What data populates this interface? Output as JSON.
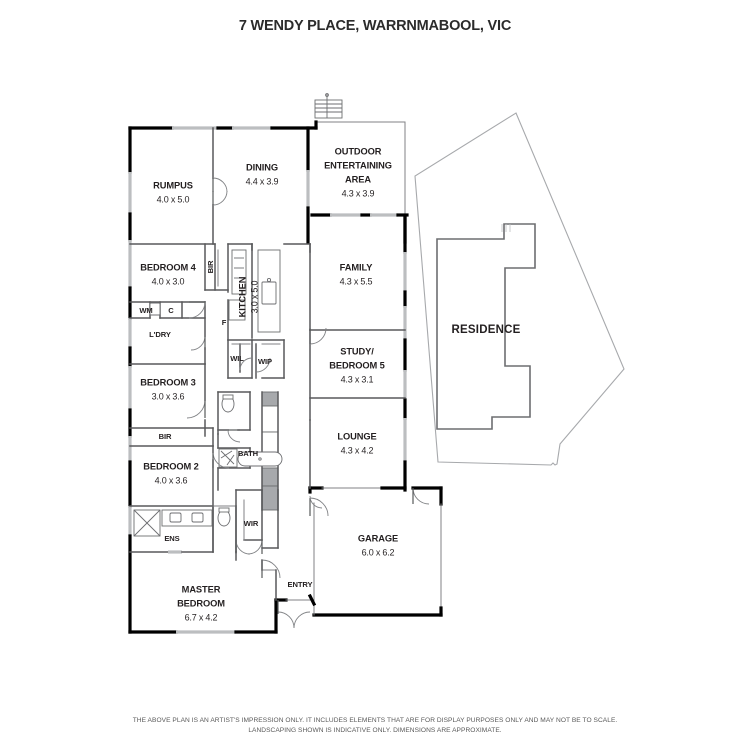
{
  "document": {
    "type": "real-estate-floor-plan",
    "title": "7 WENDY PLACE, WARRNMABOOL, VIC",
    "background_color": "#ffffff",
    "ink_color": "#231f20"
  },
  "footer": {
    "line1": "THE ABOVE PLAN IS AN ARTIST'S IMPRESSION ONLY. IT INCLUDES ELEMENTS THAT ARE FOR DISPLAY PURPOSES ONLY AND MAY NOT BE TO SCALE.",
    "line2": "LANDSCAPING SHOWN IS INDICATIVE ONLY. DIMENSIONS ARE APPROXIMATE."
  },
  "rooms": [
    {
      "key": "rumpus",
      "name": "RUMPUS",
      "dimensions": "4.0 x 5.0"
    },
    {
      "key": "dining",
      "name": "DINING",
      "dimensions": "4.4 x 3.9"
    },
    {
      "key": "outdoor",
      "name_line1": "OUTDOOR",
      "name_line2": "ENTERTAINING",
      "name_line3": "AREA",
      "dimensions": "4.3 x 3.9"
    },
    {
      "key": "family",
      "name": "FAMILY",
      "dimensions": "4.3 x 5.5"
    },
    {
      "key": "bedroom4",
      "name": "BEDROOM 4",
      "dimensions": "4.0 x 3.0"
    },
    {
      "key": "kitchen",
      "name": "KITCHEN",
      "dimensions": "3.0 x 5.0"
    },
    {
      "key": "study",
      "name_line1": "STUDY/",
      "name_line2": "BEDROOM 5",
      "dimensions": "4.3 x 3.1"
    },
    {
      "key": "bedroom3",
      "name": "BEDROOM 3",
      "dimensions": "3.0 x 3.6"
    },
    {
      "key": "lounge",
      "name": "LOUNGE",
      "dimensions": "4.3 x 4.2"
    },
    {
      "key": "bedroom2",
      "name": "BEDROOM 2",
      "dimensions": "4.0 x 3.6"
    },
    {
      "key": "garage",
      "name": "GARAGE",
      "dimensions": "6.0 x 6.2"
    },
    {
      "key": "master",
      "name_line1": "MASTER",
      "name_line2": "BEDROOM",
      "dimensions": "6.7 x 4.2"
    }
  ],
  "utility_labels": [
    {
      "key": "bir_top",
      "label": "BIR"
    },
    {
      "key": "bir_mid",
      "label": "BIR"
    },
    {
      "key": "wm",
      "label": "WM"
    },
    {
      "key": "cupboard",
      "label": "C"
    },
    {
      "key": "laundry",
      "label": "L'DRY"
    },
    {
      "key": "fridge",
      "label": "F"
    },
    {
      "key": "wil",
      "label": "WIL"
    },
    {
      "key": "wip",
      "label": "WIP"
    },
    {
      "key": "bath",
      "label": "BATH"
    },
    {
      "key": "wir",
      "label": "WIR"
    },
    {
      "key": "ens",
      "label": "ENS"
    },
    {
      "key": "entry",
      "label": "ENTRY"
    }
  ],
  "site_plan": {
    "residence_label": "RESIDENCE",
    "boundary_color": "#a7a9ac",
    "residence_outline_color": "#6d6e71"
  }
}
